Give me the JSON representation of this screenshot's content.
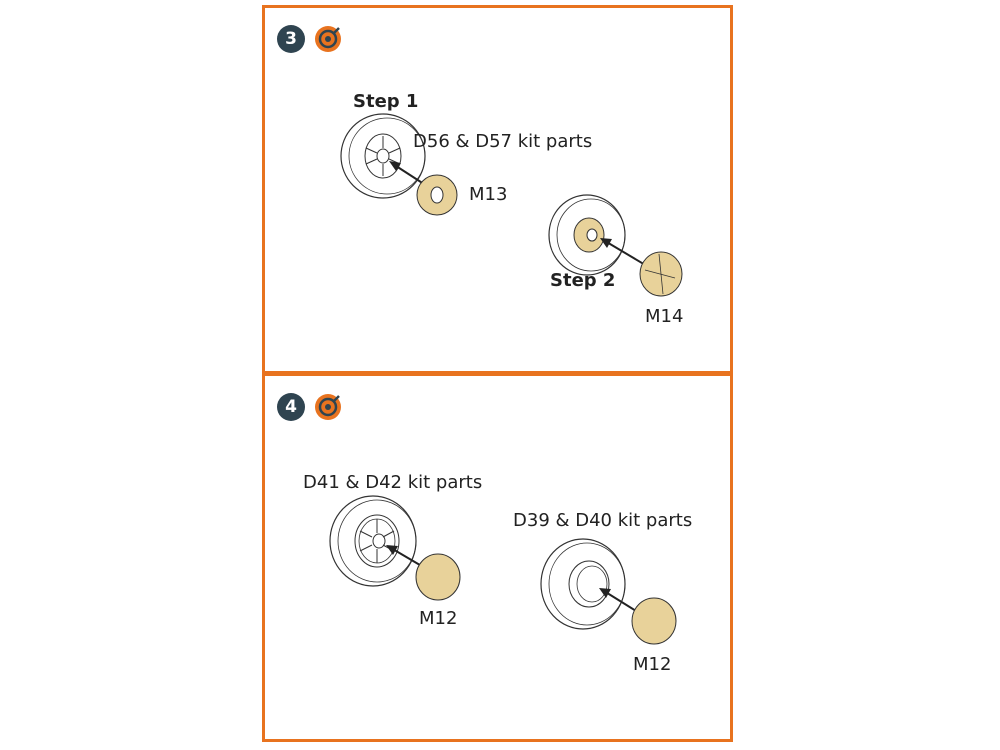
{
  "panel3": {
    "step_number": "3",
    "tool_icon": "glue-icon",
    "step1_label": "Step 1",
    "step2_label": "Step 2",
    "kit_parts_label": "D56 & D57 kit parts",
    "part_m13": "M13",
    "part_m14": "M14"
  },
  "panel4": {
    "step_number": "4",
    "tool_icon": "glue-icon",
    "kit_parts_left": "D41 & D42 kit parts",
    "kit_parts_right": "D39 & D40 kit parts",
    "part_left": "M12",
    "part_right": "M12"
  },
  "colors": {
    "frame": "#e8731f",
    "badge": "#2f4450",
    "part_fill": "#e8d29a",
    "line": "#333333"
  }
}
